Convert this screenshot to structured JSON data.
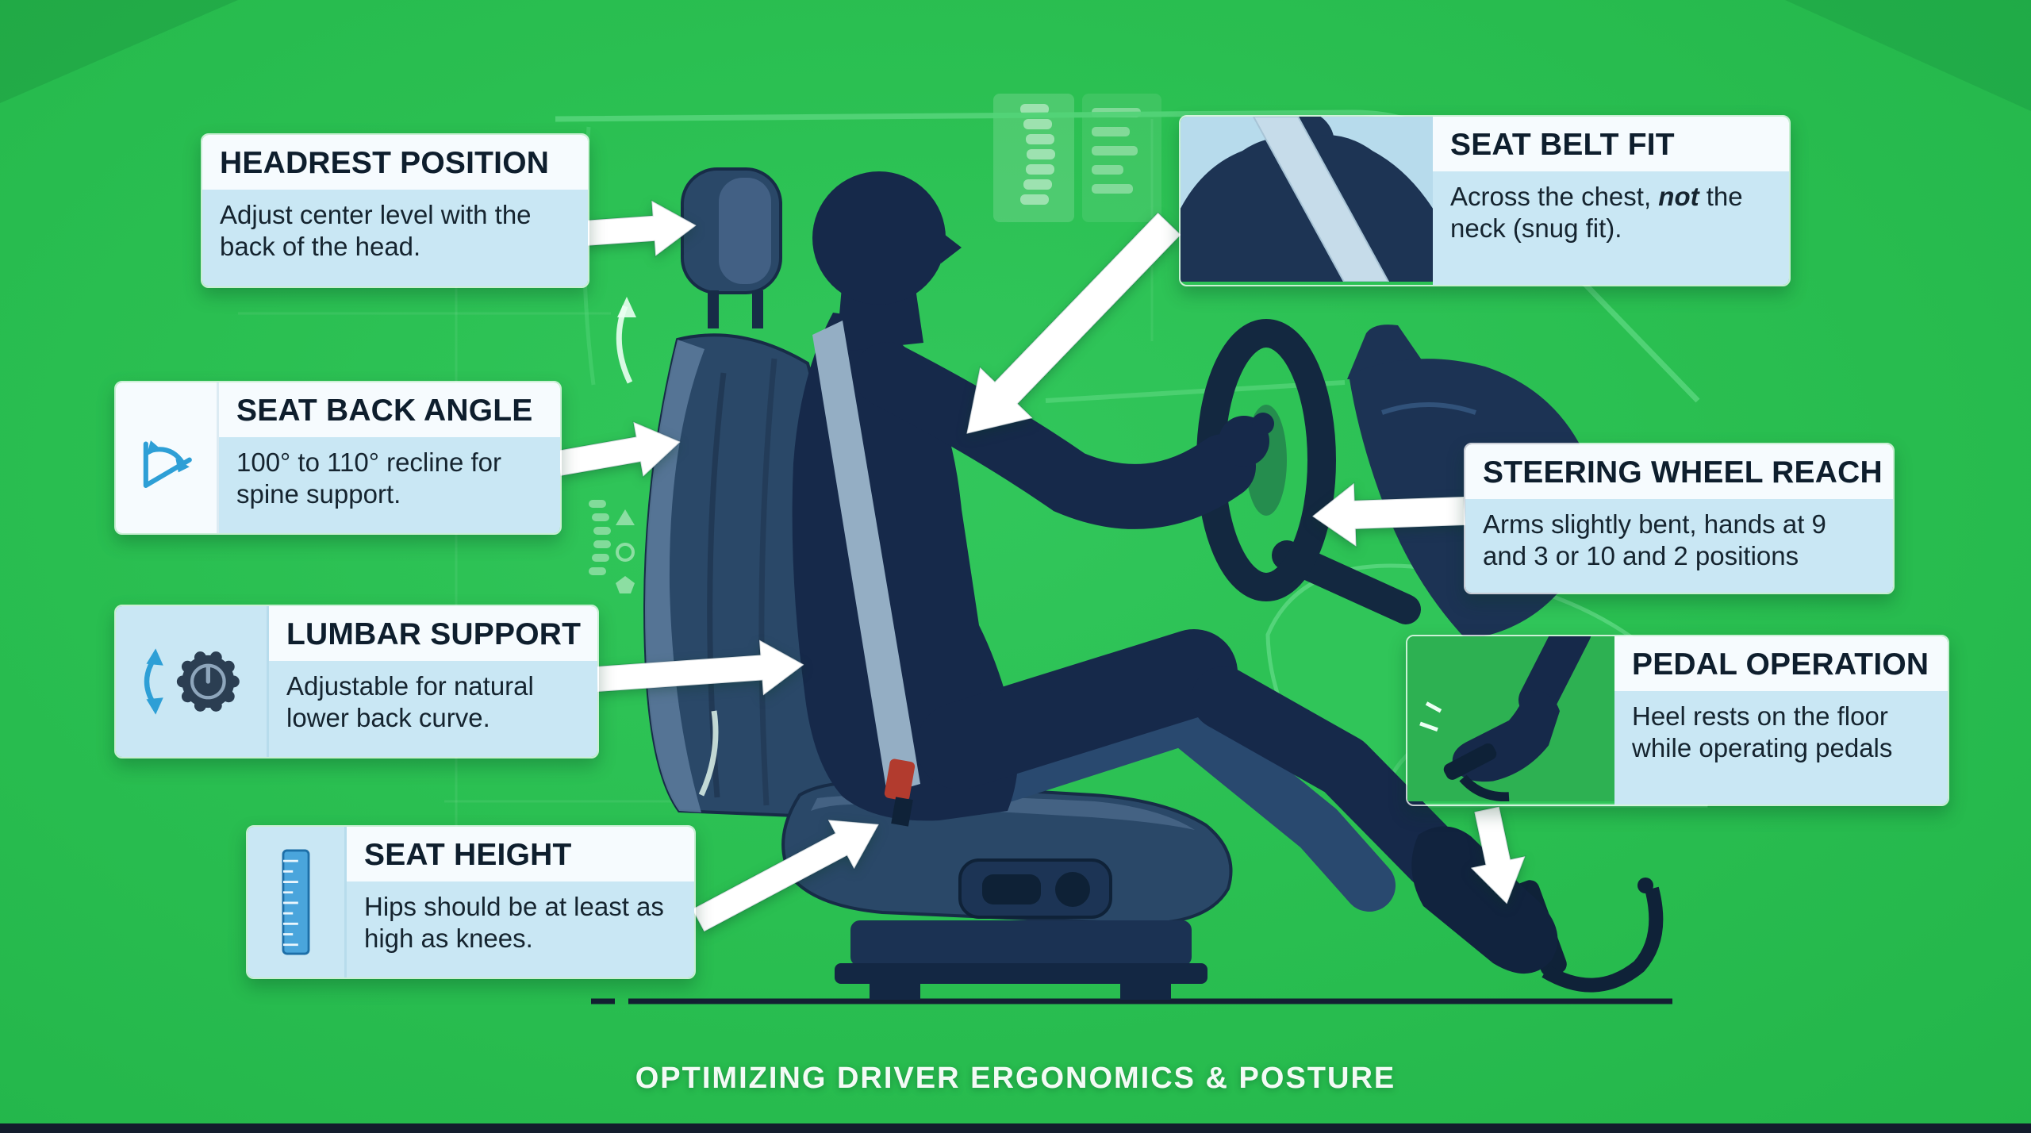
{
  "caption": "OPTIMIZING DRIVER ERGONOMICS & POSTURE",
  "colors": {
    "background_green": "#2ABF51",
    "panel_white": "#F6FBFE",
    "panel_blue": "#C9E7F4",
    "ink": "#0E1E2D",
    "illustration_navy": "#16294A",
    "seat_navy": "#2A4868",
    "arrow_white": "#FFFFFF",
    "accent_blue": "#2E9FD6",
    "buckle_red": "#B23B2E"
  },
  "callouts": {
    "headrest": {
      "title": "HEADREST POSITION",
      "body": "Adjust center level with the back of the head."
    },
    "seat_back_angle": {
      "title": "SEAT BACK ANGLE",
      "body": "100° to 110° recline for spine support.",
      "icon": "recline-angle-icon"
    },
    "lumbar_support": {
      "title": "LUMBAR SUPPORT",
      "body": "Adjustable for natural lower back curve.",
      "icon": "adjustment-knob-icon"
    },
    "seat_height": {
      "title": "SEAT HEIGHT",
      "body": "Hips should be at least as high as knees.",
      "icon": "ruler-icon"
    },
    "seat_belt_fit": {
      "title": "SEAT BELT FIT",
      "body_prefix": "Across the chest, ",
      "body_emphasis": "not",
      "body_suffix": " the neck (snug fit).",
      "icon": "seatbelt-figure-illustration"
    },
    "steering_wheel_reach": {
      "title": "STEERING WHEEL REACH",
      "body": "Arms slightly bent, hands at 9 and 3 or 10 and 2 positions"
    },
    "pedal_operation": {
      "title": "PEDAL OPERATION",
      "body": "Heel rests on the floor while operating pedals",
      "icon": "foot-pedal-illustration"
    }
  }
}
